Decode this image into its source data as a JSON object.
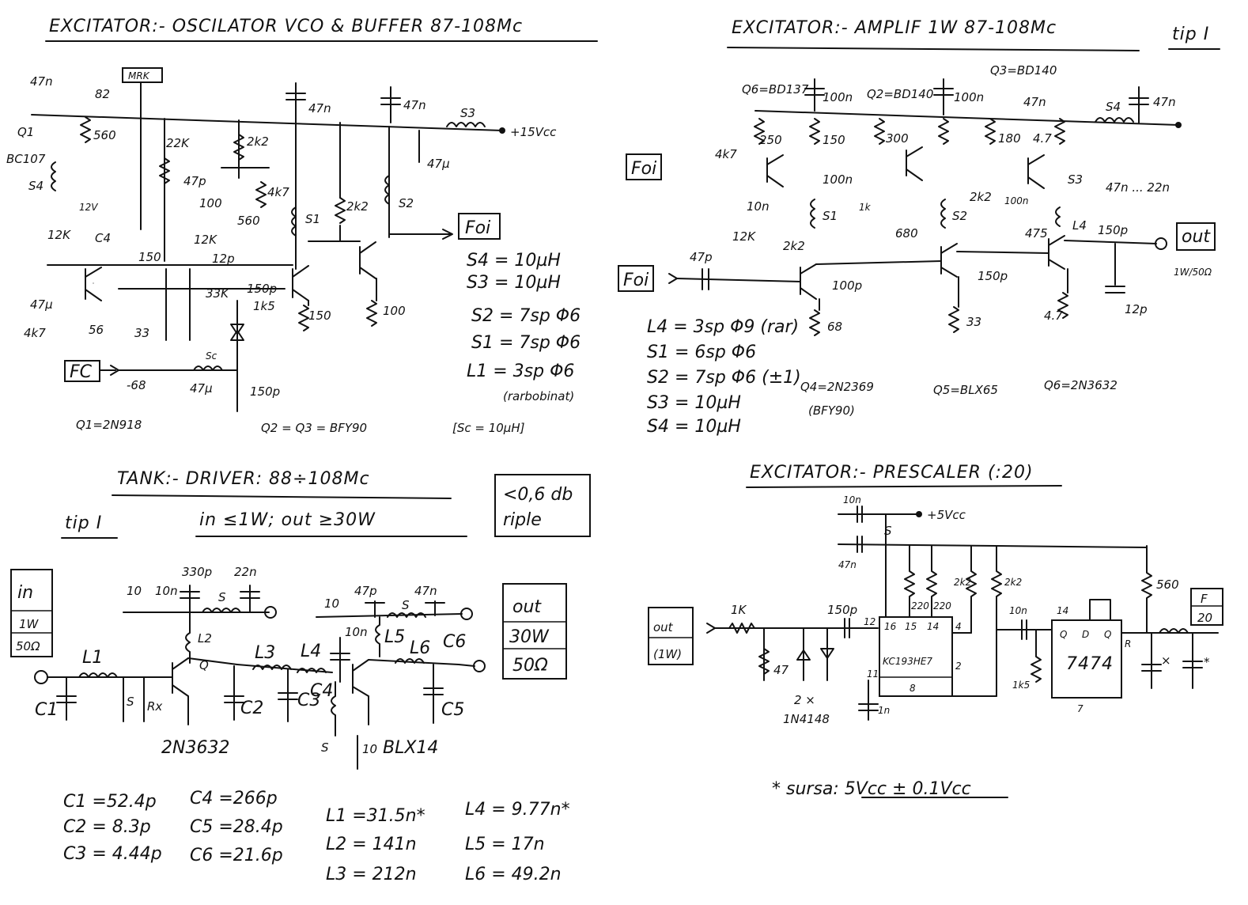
{
  "panels": {
    "osc": {
      "title": "EXCITATOR:- OSCILATOR VCO & BUFFER 87-108Mc",
      "ports": {
        "foi": "Foi",
        "fc": "FC",
        "mark": "MRK"
      },
      "labels": {
        "r47n": "47n",
        "r82": "82",
        "r560": "560",
        "q1name": "Q1",
        "q1type": "BC107",
        "s4": "S4",
        "r12v": "12V",
        "r22k": "22K",
        "r2k2": "2k2",
        "r4k7": "4k7",
        "c47n_a": "47n",
        "c47n_b": "47n",
        "s3": "S3",
        "vcc": "+15Vcc",
        "c47u": "47µ",
        "s1": "S1",
        "r2k2b": "2k2",
        "s2": "S2",
        "c47p": "47p",
        "c100": "100",
        "r560b": "560",
        "r12k": "12K",
        "c4": "C4",
        "c150": "150",
        "c12p": "12p",
        "r33k": "33K",
        "c150p": "150p",
        "r1k5": "1k5",
        "r150": "150",
        "r100": "100",
        "c47u2": "47µ",
        "r4k7b": "4k7",
        "r56": "56",
        "c33": "33",
        "r68": "-68",
        "c47u3": "47µ",
        "c150p2": "150p",
        "sc": "Sc"
      },
      "specs": [
        "S4 = 10µH",
        "S3 = 10µH",
        "S2 = 7sp Φ6",
        "S1 = 7sp Φ6",
        "L1 = 3sp Φ6",
        "(rarbobinat)"
      ],
      "transistors": "Q1=2N918",
      "transistors2": "Q2 = Q3 = BFY90",
      "sc_note": "[Sc = 10µH]"
    },
    "amp": {
      "title": "EXCITATOR:- AMPLIF 1W 87-108Mc",
      "tip": "tip I",
      "ports": {
        "foi_in": "Foi",
        "foi_box": "Foi",
        "out": "out",
        "out_sub": "1W/50Ω"
      },
      "labels": {
        "q6": "Q6=BD137",
        "c100n": "100n",
        "q2": "Q2=BD140",
        "c100n2": "100n",
        "q3": "Q3=BD140",
        "c47n": "47n",
        "s4": "S4",
        "c47n2": "47n",
        "r250": "250",
        "r150": "150",
        "r300": "300",
        "r180": "180",
        "r47": "4.7",
        "c4k7": "4k7",
        "c100n3": "100n",
        "r1k": "1k",
        "r2k2": "2k2",
        "c100n4": "100n",
        "s3": "S3",
        "c47n22": "47n ... 22n",
        "c10n": "10n",
        "r12k": "12K",
        "s1": "S1",
        "r680": "680",
        "s2": "S2",
        "r475": "475",
        "l4": "L4",
        "c150p": "150p",
        "c47p": "47p",
        "c100p": "100p",
        "c150p2": "150p",
        "c12p": "12p",
        "r68": "68",
        "r33": "33",
        "r47b": "4.7"
      },
      "specs": [
        "L4 = 3sp Φ9 (rar)",
        "S1 = 6sp Φ6",
        "S2 = 7sp Φ6 (±1)",
        "S3 = 10µH",
        "S4 = 10µH"
      ],
      "q4": "Q4=2N2369",
      "q4b": "(BFY90)",
      "q5": "Q5=BLX65",
      "q6b": "Q6=2N3632"
    },
    "tank": {
      "title": "TANK:- DRIVER: 88÷108Mc",
      "tip": "tip I",
      "spec": "in ≤1W;   out ≥30W",
      "ripple1": "<0,6 db",
      "ripple2": "riple",
      "in_box": [
        "in",
        "1W",
        "50Ω"
      ],
      "out_box": [
        "out",
        "30W",
        "50Ω"
      ],
      "labels": {
        "c330p": "330p",
        "c22n": "22n",
        "r10": "10",
        "c10n": "10n",
        "s": "S",
        "c47p": "47p",
        "c47n": "47n",
        "r10b": "10",
        "s2": "S",
        "l2": "L2",
        "l1": "L1",
        "c1": "C1",
        "rs": "S",
        "rx": "Rx",
        "q": "Q",
        "c2": "C2",
        "l3": "L3",
        "l4": "L4",
        "c3": "C3",
        "c4": "C4",
        "c10n2": "10n",
        "l5": "L5",
        "l6": "L6",
        "c6": "C6",
        "c5": "C5",
        "s3": "S",
        "r10c": "10",
        "q1": "2N3632",
        "q2": "BLX14"
      },
      "caps": [
        "C1 =52.4p",
        "C2 = 8.3p",
        "C3 = 4.44p",
        "C4 =266p",
        "C5 =28.4p",
        "C6 =21.6p"
      ],
      "inds": [
        "L1 =31.5n*",
        "L2 = 141n",
        "L3 = 212n",
        "L4 = 9.77n*",
        "L5 = 17n",
        "L6 = 49.2n"
      ]
    },
    "prescaler": {
      "title": "EXCITATOR:- PRESCALER (:20)",
      "in_box": [
        "out",
        "(1W)"
      ],
      "out_box": [
        "F",
        "20"
      ],
      "labels": {
        "c10n": "10n",
        "vcc": "+5Vcc",
        "c47n": "47n",
        "s": "S",
        "r1k": "1K",
        "c150p": "150p",
        "r470": "47",
        "r220": "220",
        "r2k2": "2k2",
        "r2k2b": "2k2",
        "c10n2": "10n",
        "r560": "560",
        "r1k5": "1k5",
        "pin16": "16",
        "pin15": "15",
        "pin14": "14",
        "pin4": "4",
        "pin12": "12",
        "pin11": "11",
        "pin2": "2",
        "pin8": "8",
        "c1n": "1n",
        "ic1": "KC193HE7",
        "ic2": "7474",
        "p14": "14",
        "pq": "Q",
        "pd": "D",
        "pqb": "Q",
        "pr": "R",
        "p7": "7",
        "x": "×",
        "star": "*"
      },
      "diodes": "2 ×",
      "diodes2": "1N4148",
      "footnote": "* sursa: 5Vcc ± 0.1Vcc"
    }
  }
}
